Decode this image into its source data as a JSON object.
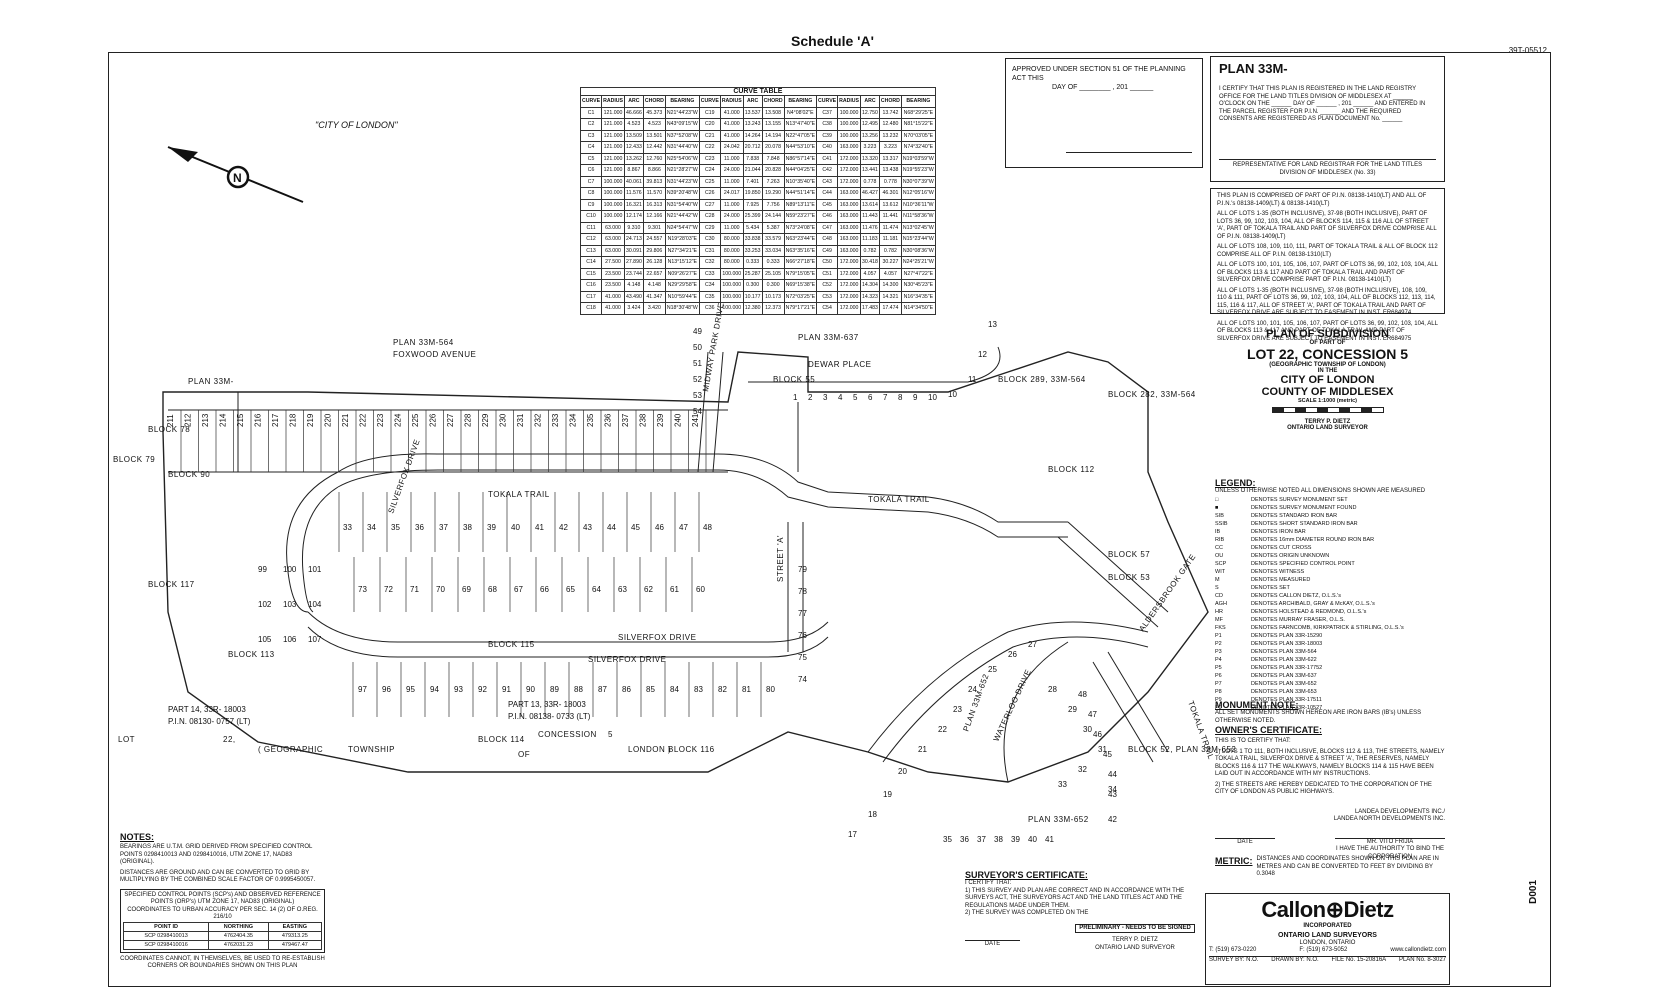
{
  "page": {
    "schedule_title": "Schedule 'A'",
    "file_ref": "39T-05512",
    "doc_number": "D001"
  },
  "map": {
    "city_label": "\"CITY OF LONDON\"",
    "compass_letter": "N",
    "plans": [
      "PLAN 33M-564",
      "PLAN 33M-637",
      "PLAN 33M-652",
      "PLAN 33M-652",
      "PLAN 33M-"
    ],
    "streets": [
      "FOXWOOD AVENUE",
      "DEWAR PLACE",
      "MIDWAY PARK DRIVE",
      "TOKALA TRAIL",
      "TOKALA TRAIL",
      "SILVERFOX DRIVE",
      "SILVERFOX DRIVE",
      "WATERLOO DRIVE",
      "ALDERSBROOK GATE",
      "TOKALA TRAIL",
      "STREET 'A'",
      "SILVERFOX DRIVE"
    ],
    "blocks": [
      "BLOCK 55",
      "BLOCK 79",
      "BLOCK 90",
      "BLOCK 117",
      "BLOCK 115",
      "BLOCK 114",
      "BLOCK 116",
      "BLOCK 112",
      "BLOCK 57",
      "BLOCK 53",
      "BLOCK 282, 33M-564",
      "BLOCK 289, 33M-564",
      "BLOCK 78",
      "BLOCK 113",
      "BLOCK 52, PLAN 33M-652"
    ],
    "lower_labels": [
      "LOT",
      "22,",
      "CONCESSION",
      "5",
      "( GEOGRAPHIC",
      "TOWNSHIP",
      "OF",
      "LONDON )"
    ],
    "part_labels": [
      "PART 14, 33R- 18003",
      "P.I.N. 08130- 0757 (LT)",
      "PART 13, 33R- 18003",
      "P.I.N. 08138- 0733 (LT)"
    ],
    "top_lots": [
      "211",
      "212",
      "213",
      "214",
      "215",
      "216",
      "217",
      "218",
      "219",
      "220",
      "221",
      "222",
      "223",
      "224",
      "225",
      "226",
      "227",
      "228",
      "229",
      "230",
      "231",
      "232",
      "233",
      "234",
      "235",
      "236",
      "237",
      "238",
      "239",
      "240",
      "241"
    ],
    "lots_row_b": [
      "1",
      "2",
      "3",
      "4",
      "5",
      "6",
      "7",
      "8",
      "9",
      "10"
    ],
    "lots_row_c": [
      "49",
      "50",
      "51",
      "52",
      "53",
      "54"
    ],
    "lots_row_d": [
      "35",
      "36",
      "37",
      "38",
      "39",
      "40",
      "41"
    ],
    "lots_row_e": [
      "13",
      "12",
      "11",
      "10",
      "17",
      "18",
      "19",
      "20",
      "21",
      "22",
      "23",
      "24",
      "25",
      "26",
      "27",
      "28",
      "29",
      "30",
      "31",
      "32",
      "33",
      "34",
      "42",
      "43",
      "44",
      "45",
      "46",
      "47",
      "48"
    ],
    "lots_middle": [
      "33",
      "34",
      "35",
      "36",
      "37",
      "38",
      "39",
      "40",
      "41",
      "42",
      "43",
      "44",
      "45",
      "46",
      "47",
      "48",
      "73",
      "72",
      "71",
      "70",
      "69",
      "68",
      "67",
      "66",
      "65",
      "64",
      "63",
      "62",
      "61",
      "60"
    ],
    "lots_lower": [
      "97",
      "96",
      "95",
      "94",
      "93",
      "92",
      "91",
      "90",
      "89",
      "88",
      "87",
      "86",
      "85",
      "84",
      "83",
      "82",
      "81",
      "80",
      "79",
      "78",
      "77",
      "76",
      "75",
      "74",
      "99",
      "100",
      "101",
      "102",
      "103",
      "104",
      "105",
      "106",
      "107"
    ]
  },
  "curve_table": {
    "caption": "CURVE TABLE",
    "headers": [
      "CURVE",
      "RADIUS",
      "ARC",
      "CHORD",
      "BEARING",
      "CURVE",
      "RADIUS",
      "ARC",
      "CHORD",
      "BEARING",
      "CURVE",
      "RADIUS",
      "ARC",
      "CHORD",
      "BEARING"
    ],
    "rows": [
      [
        "C1",
        "121.000",
        "46.666",
        "45.373",
        "N21°44'23\"W",
        "C19",
        "41.000",
        "13.537",
        "13.508",
        "N4°08'02\"E",
        "C37",
        "100.000",
        "12.750",
        "13.742",
        "N68°29'25\"E"
      ],
      [
        "C2",
        "121.000",
        "4.523",
        "4.523",
        "N43°09'15\"W",
        "C20",
        "41.000",
        "13.243",
        "13.155",
        "N13°47'40\"E",
        "C38",
        "100.000",
        "12.495",
        "12.480",
        "N81°15'22\"E"
      ],
      [
        "C3",
        "121.000",
        "13.509",
        "13.501",
        "N37°52'08\"W",
        "C21",
        "41.000",
        "14.264",
        "14.194",
        "N22°47'05\"E",
        "C39",
        "100.000",
        "13.256",
        "13.232",
        "N70°03'05\"E"
      ],
      [
        "C4",
        "121.000",
        "12.433",
        "12.442",
        "N31°44'40\"W",
        "C22",
        "24.042",
        "20.712",
        "20.078",
        "N44°53'10\"E",
        "C40",
        "163.000",
        "3.223",
        "3.223",
        "N74°32'40\"E"
      ],
      [
        "C5",
        "121.000",
        "13.262",
        "12.760",
        "N25°54'06\"W",
        "C23",
        "11.000",
        "7.838",
        "7.848",
        "N86°57'14\"E",
        "C41",
        "172.000",
        "13.320",
        "13.317",
        "N19°03'59\"W"
      ],
      [
        "C6",
        "121.000",
        "8.867",
        "8.866",
        "N21°28'27\"W",
        "C24",
        "24.000",
        "21.044",
        "20.828",
        "N44°04'25\"E",
        "C42",
        "172.000",
        "13.441",
        "13.438",
        "N19°55'23\"W"
      ],
      [
        "C7",
        "100.000",
        "40.061",
        "39.813",
        "N31°44'23\"W",
        "C25",
        "11.000",
        "7.401",
        "7.263",
        "N10°35'40\"E",
        "C43",
        "172.000",
        "0.778",
        "0.778",
        "N30°07'39\"W"
      ],
      [
        "C8",
        "100.000",
        "11.576",
        "11.570",
        "N39°20'48\"W",
        "C26",
        "24.017",
        "19.850",
        "19.290",
        "N44°51'14\"E",
        "C44",
        "163.000",
        "46.427",
        "46.301",
        "N12°05'16\"W"
      ],
      [
        "C9",
        "100.000",
        "16.321",
        "16.313",
        "N31°54'40\"W",
        "C27",
        "11.000",
        "7.925",
        "7.756",
        "N89°13'11\"E",
        "C45",
        "163.000",
        "13.614",
        "13.612",
        "N10°36'11\"W"
      ],
      [
        "C10",
        "100.000",
        "12.174",
        "12.166",
        "N21°44'42\"W",
        "C28",
        "24.000",
        "25.399",
        "24.144",
        "N59°23'27\"E",
        "C46",
        "163.000",
        "11.443",
        "11.441",
        "N11°58'36\"W"
      ],
      [
        "C11",
        "63.000",
        "9.310",
        "9.301",
        "N24°54'47\"W",
        "C29",
        "11.000",
        "5.434",
        "5.387",
        "N73°24'08\"E",
        "C47",
        "163.000",
        "11.476",
        "11.474",
        "N13°02'45\"W"
      ],
      [
        "C12",
        "63.000",
        "24.713",
        "24.557",
        "N19°28'03\"E",
        "C30",
        "80.000",
        "33.838",
        "33.579",
        "N63°23'44\"E",
        "C48",
        "163.000",
        "11.183",
        "11.181",
        "N15°23'44\"W"
      ],
      [
        "C13",
        "63.000",
        "30.091",
        "29.806",
        "N27°34'21\"E",
        "C31",
        "80.000",
        "33.253",
        "33.034",
        "N63°35'16\"E",
        "C49",
        "163.000",
        "0.782",
        "0.782",
        "N30°08'36\"W"
      ],
      [
        "C14",
        "27.500",
        "27.890",
        "26.128",
        "N13°15'12\"E",
        "C32",
        "80.000",
        "0.333",
        "0.333",
        "N66°27'18\"E",
        "C50",
        "172.000",
        "30.418",
        "30.227",
        "N24°25'21\"W"
      ],
      [
        "C15",
        "23.500",
        "23.744",
        "22.657",
        "N09°26'27\"E",
        "C33",
        "100.000",
        "25.287",
        "25.105",
        "N79°15'05\"E",
        "C51",
        "172.000",
        "4.057",
        "4.057",
        "N27°47'22\"E"
      ],
      [
        "C16",
        "23.500",
        "4.148",
        "4.148",
        "N29°29'58\"E",
        "C34",
        "100.000",
        "0.300",
        "0.300",
        "N69°15'38\"E",
        "C52",
        "172.000",
        "14.304",
        "14.300",
        "N30°45'23\"E"
      ],
      [
        "C17",
        "41.000",
        "43.490",
        "41.347",
        "N10°59'44\"E",
        "C35",
        "100.000",
        "10.177",
        "10.173",
        "N72°03'25\"E",
        "C53",
        "172.000",
        "14.323",
        "14.321",
        "N16°34'35\"E"
      ],
      [
        "C18",
        "41.000",
        "3.424",
        "3.420",
        "N18°30'48\"W",
        "C36",
        "100.000",
        "12.380",
        "12.373",
        "N79°17'21\"E",
        "C54",
        "172.000",
        "17.483",
        "17.474",
        "N14°34'50\"E"
      ]
    ]
  },
  "approval": {
    "text": "APPROVED UNDER SECTION 51 OF THE PLANNING ACT THIS",
    "day_line": "DAY OF ________ , 201 ______"
  },
  "plan_box": {
    "title": "PLAN 33M-",
    "cert_text": "I CERTIFY THAT THIS PLAN IS REGISTERED IN THE LAND REGISTRY OFFICE FOR THE LAND TITLES DIVISION OF MIDDLESEX AT ______ O'CLOCK ON THE ______ DAY OF ______ , 201 ______ AND ENTERED IN THE PARCEL REGISTER FOR P.I.N. ______ AND THE REQUIRED CONSENTS ARE REGISTERED AS PLAN DOCUMENT No. ______",
    "signature": "REPRESENTATIVE FOR LAND REGISTRAR FOR THE LAND TITLES DIVISION OF MIDDLESEX (No. 33)"
  },
  "composition": [
    "THIS PLAN IS COMPRISED OF PART OF P.I.N. 08138-1410(LT) AND ALL OF P.I.N.'s 08138-1409(LT) & 08138-1410(LT)",
    "ALL OF LOTS 1-35 (BOTH INCLUSIVE), 37-98 (BOTH INCLUSIVE), PART OF LOTS 36, 99, 102, 103, 104, ALL OF BLOCKS 114, 115 & 116 ALL OF STREET 'A', PART OF TOKALA TRAIL AND PART OF SILVERFOX DRIVE COMPRISE ALL OF P.I.N. 08138-1409(LT)",
    "ALL OF LOTS 108, 109, 110, 111, PART OF TOKALA TRAIL & ALL OF BLOCK 112 COMPRISE ALL OF P.I.N. 08138-1310(LT)",
    "ALL OF LOTS 100, 101, 105, 106, 107, PART OF LOTS 36, 99, 102, 103, 104, ALL OF BLOCKS 113 & 117 AND PART OF TOKALA TRAIL AND PART OF SILVERFOX DRIVE COMPRISE PART OF P.I.N. 08138-1410(LT)",
    "ALL OF LOTS 1-35 (BOTH INCLUSIVE), 37-98 (BOTH INCLUSIVE), 108, 109, 110 & 111, PART OF LOTS 36, 99, 102, 103, 104, ALL OF BLOCKS 112, 113, 114, 115, 116 & 117, ALL OF STREET 'A', PART OF TOKALA TRAIL AND PART OF SILVERFOX DRIVE ARE SUBJECT TO EASEMENT IN INST. ER684974",
    "ALL OF LOTS 100, 101, 105, 106, 107, PART OF LOTS 36, 99, 102, 103, 104, ALL OF BLOCKS 113 & 117 AND PART OF TOKALA TRAIL AND PART OF SILVERFOX DRIVE ARE SUBJECT TO EASEMENT IN INST. ER684975"
  ],
  "title_block": {
    "line1": "PLAN OF SUBDIVISION",
    "line2": "OF PART OF",
    "line3": "LOT 22, CONCESSION 5",
    "line4": "(GEOGRAPHIC TOWNSHIP OF LONDON)",
    "line5": "IN THE",
    "line6": "CITY OF LONDON",
    "line7": "COUNTY OF MIDDLESEX",
    "scale": "SCALE 1:1000 (metric)",
    "surveyor": "TERRY P. DIETZ",
    "surveyor_title": "ONTARIO LAND SURVEYOR"
  },
  "legend": {
    "title": "LEGEND:",
    "intro": "UNLESS OTHERWISE NOTED ALL DIMENSIONS SHOWN ARE MEASURED",
    "items": [
      [
        "□",
        "DENOTES SURVEY MONUMENT SET"
      ],
      [
        "■",
        "DENOTES SURVEY MONUMENT FOUND"
      ],
      [
        "SIB",
        "DENOTES STANDARD IRON BAR"
      ],
      [
        "SSIB",
        "DENOTES SHORT STANDARD IRON BAR"
      ],
      [
        "IB",
        "DENOTES IRON BAR"
      ],
      [
        "RIB",
        "DENOTES 16mm DIAMETER ROUND IRON BAR"
      ],
      [
        "CC",
        "DENOTES CUT CROSS"
      ],
      [
        "OU",
        "DENOTES ORIGIN UNKNOWN"
      ],
      [
        "SCP",
        "DENOTES SPECIFIED CONTROL POINT"
      ],
      [
        "WIT",
        "DENOTES WITNESS"
      ],
      [
        "M",
        "DENOTES MEASURED"
      ],
      [
        "S",
        "DENOTES SET"
      ],
      [
        "CD",
        "DENOTES CALLON DIETZ, O.L.S.'s"
      ],
      [
        "AGH",
        "DENOTES ARCHIBALD, GRAY & McKAY, O.L.S.'s"
      ],
      [
        "HR",
        "DENOTES HOLSTEAD & REDMOND, O.L.S.'s"
      ],
      [
        "MF",
        "DENOTES MURRAY FRASER, O.L.S."
      ],
      [
        "FKS",
        "DENOTES FARNCOMB, KIRKPATRICK & STIRLING, O.L.S.'s"
      ],
      [
        "P1",
        "DENOTES PLAN 33R-15290"
      ],
      [
        "P2",
        "DENOTES PLAN 33R-18003"
      ],
      [
        "P3",
        "DENOTES PLAN 33M-564"
      ],
      [
        "P4",
        "DENOTES PLAN 33M-622"
      ],
      [
        "P5",
        "DENOTES PLAN 33R-17752"
      ],
      [
        "P6",
        "DENOTES PLAN 33M-637"
      ],
      [
        "P7",
        "DENOTES PLAN 33M-652"
      ],
      [
        "P8",
        "DENOTES PLAN 33M-653"
      ],
      [
        "P9",
        "DENOTES PLAN 33R-17511"
      ],
      [
        "P0",
        "DENOTES PLAN 33R-10527"
      ]
    ]
  },
  "monument": {
    "title": "MONUMENT NOTE:",
    "text": "ALL SET MONUMENTS SHOWN HEREON ARE IRON BARS (IB's) UNLESS OTHERWISE NOTED."
  },
  "owners": {
    "title": "OWNER'S CERTIFICATE:",
    "intro": "THIS IS TO CERTIFY THAT:",
    "item1": "1) LOTS 1 TO 111, BOTH INCLUSIVE, BLOCKS 112 & 113, THE STREETS, NAMELY TOKALA TRAIL, SILVERFOX DRIVE & STREET 'A', THE RESERVES, NAMELY BLOCKS 116 & 117 THE WALKWAYS, NAMELY BLOCKS 114 & 115 HAVE BEEN LAID OUT IN ACCORDANCE WITH MY INSTRUCTIONS.",
    "item2": "2) THE STREETS ARE HEREBY DEDICATED TO THE CORPORATION OF THE CITY OF LONDON AS PUBLIC HIGHWAYS.",
    "company1": "LANDEA DEVELOPMENTS INC./",
    "company2": "LANDEA NORTH DEVELOPMENTS INC.",
    "date": "DATE",
    "signer": "MR. VITO FRIJIA",
    "signer_note": "I HAVE THE AUTHORITY TO BIND THE CORPORATION"
  },
  "metric": {
    "title": "METRIC:",
    "text": "DISTANCES AND COORDINATES SHOWN ON THIS PLAN ARE IN METRES AND CAN BE CONVERTED TO FEET BY DIVIDING BY 0.3048"
  },
  "notes": {
    "title": "NOTES:",
    "n1": "BEARINGS ARE U.T.M. GRID DERIVED FROM SPECIFIED CONTROL POINTS 0298410013 AND 0298410016, UTM ZONE 17, NAD83 (ORIGINAL).",
    "n2": "DISTANCES ARE GROUND AND CAN BE CONVERTED TO GRID BY MULTIPLYING BY THE COMBINED SCALE FACTOR OF 0.9995450057.",
    "coord_title": "SPECIFIED CONTROL POINTS (SCP's) AND OBSERVED REFERENCE POINTS (ORP's) UTM ZONE 17, NAD83 (ORIGINAL)",
    "coord_sub": "COORDINATES TO URBAN ACCURACY PER SEC. 14 (2) OF O.REG. 216/10",
    "headers": [
      "POINT ID",
      "NORTHING",
      "EASTING"
    ],
    "rows": [
      [
        "SCP 0298410013",
        "4762404.35",
        "479313.25"
      ],
      [
        "SCP 0298410016",
        "4762031.23",
        "479467.47"
      ]
    ],
    "n3": "COORDINATES CANNOT, IN THEMSELVES, BE USED TO RE-ESTABLISH CORNERS OR BOUNDARIES SHOWN ON THIS PLAN"
  },
  "surveyor_cert": {
    "title": "SURVEYOR'S CERTIFICATE:",
    "intro": "I CERTIFY THAT:",
    "item1": "1) THIS SURVEY AND PLAN ARE CORRECT AND IN ACCORDANCE WITH THE SURVEYS ACT, THE SURVEYORS ACT AND THE LAND TITLES ACT AND THE REGULATIONS MADE UNDER THEM.",
    "item2": "2) THE SURVEY WAS COMPLETED ON THE",
    "date": "DATE",
    "stamp": "PRELIMINARY - NEEDS TO BE SIGNED",
    "name": "TERRY P. DIETZ",
    "name_title": "ONTARIO LAND SURVEYOR"
  },
  "firm": {
    "name": "Callon",
    "name2": "Dietz",
    "inc": "INCORPORATED",
    "line1": "ONTARIO LAND SURVEYORS",
    "line2": "LONDON, ONTARIO",
    "tel": "T: (519) 673-0220",
    "fax": "F: (519) 673-5052",
    "web": "www.callondietz.com",
    "survey_by": "SURVEY BY: N.O.",
    "drawn_by": "DRAWN BY: N.O.",
    "file_no": "FILE No. 15-20816A",
    "plan_no": "PLAN No. 8-3027"
  }
}
